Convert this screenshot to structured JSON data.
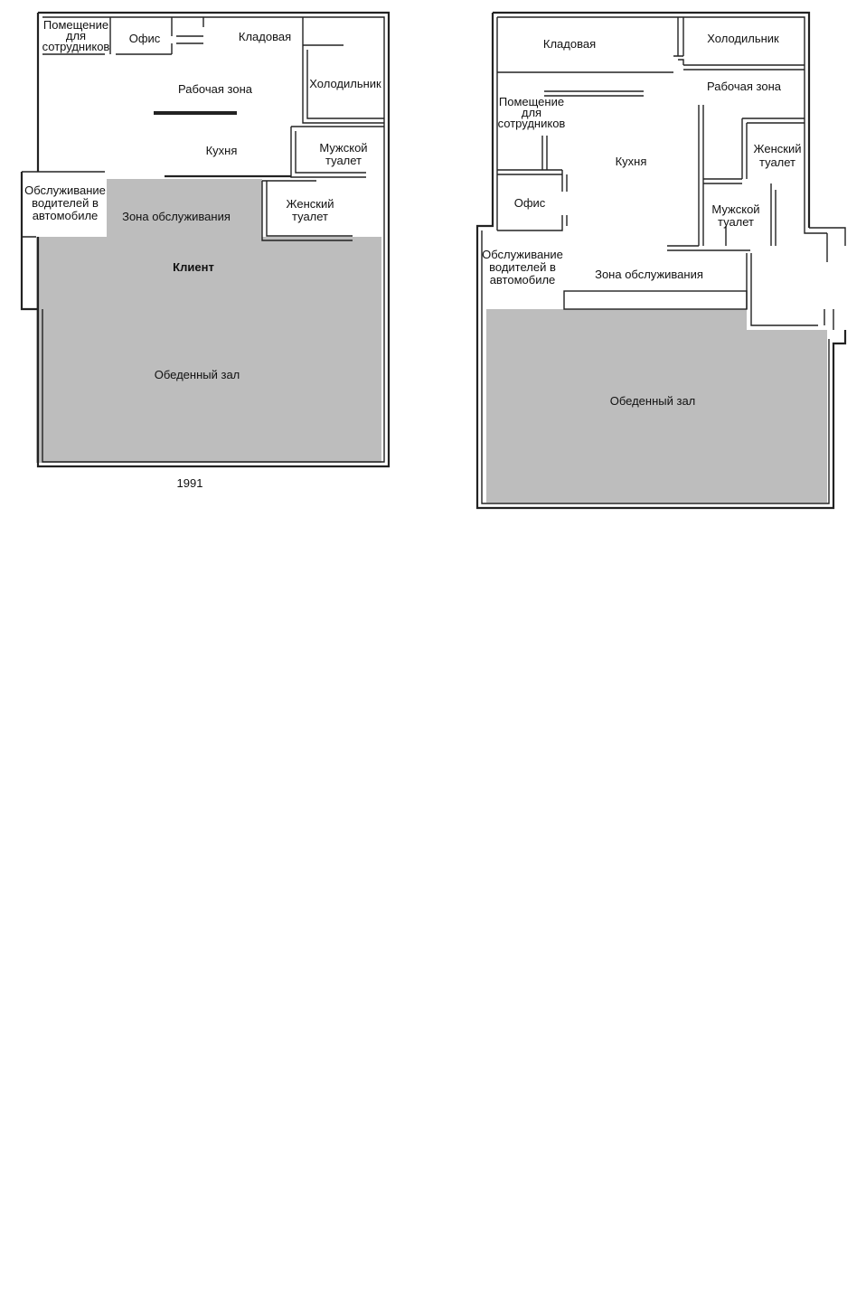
{
  "plan_1991": {
    "year": "1991",
    "rooms": {
      "staff_room": [
        "Помещение",
        "для",
        "сотрудников"
      ],
      "office": "Офис",
      "storage": "Кладовая",
      "work_area": "Рабочая зона",
      "fridge": "Холодильник",
      "kitchen": "Кухня",
      "mens_toilet": [
        "Мужской",
        "туалет"
      ],
      "drive_thru": [
        "Обслуживание",
        "водителей в",
        "автомобиле"
      ],
      "service_area": "Зона обслуживания",
      "womens_toilet": [
        "Женский",
        "туалет"
      ],
      "customer": "Клиент",
      "dining_hall": "Обеденный зал"
    }
  },
  "plan_1993": {
    "year": "",
    "rooms": {
      "storage": "Кладовая",
      "fridge": "Холодильник",
      "work_area": "Рабочая зона",
      "staff_room": [
        "Помещение",
        "для",
        "сотрудников"
      ],
      "kitchen": "Кухня",
      "womens_toilet": [
        "Женский",
        "туалет"
      ],
      "office": "Офис",
      "mens_toilet": [
        "Мужской",
        "туалет"
      ],
      "drive_thru": [
        "Обслуживание",
        "водителей в",
        "автомобиле"
      ],
      "service_area": "Зона обслуживания",
      "dining_hall": "Обеденный зал"
    }
  },
  "colors": {
    "wall": "#222222",
    "shaded_area": "#bdbdbd",
    "background": "#ffffff"
  }
}
